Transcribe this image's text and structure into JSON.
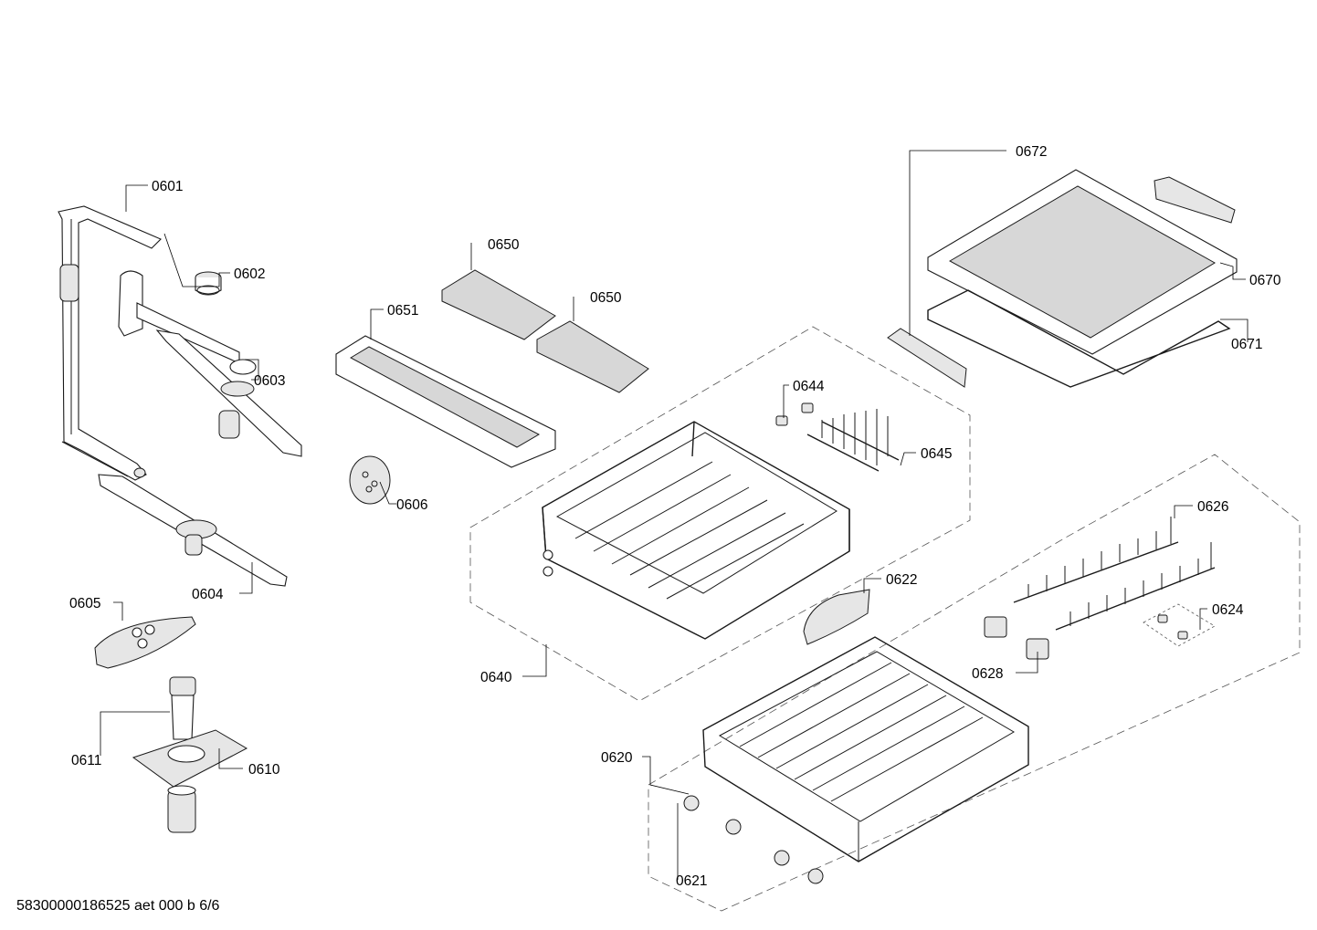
{
  "diagram": {
    "callouts": {
      "c0601": "0601",
      "c0602": "0602",
      "c0603": "0603",
      "c0604": "0604",
      "c0605": "0605",
      "c0606": "0606",
      "c0610": "0610",
      "c0611": "0611",
      "c0620": "0620",
      "c0621": "0621",
      "c0622": "0622",
      "c0624": "0624",
      "c0626": "0626",
      "c0628": "0628",
      "c0640": "0640",
      "c0644": "0644",
      "c0645": "0645",
      "c0650a": "0650",
      "c0650b": "0650",
      "c0651": "0651",
      "c0670": "0670",
      "c0671": "0671",
      "c0672": "0672"
    },
    "footer": "58300000186525 aet 000 b 6/6"
  }
}
